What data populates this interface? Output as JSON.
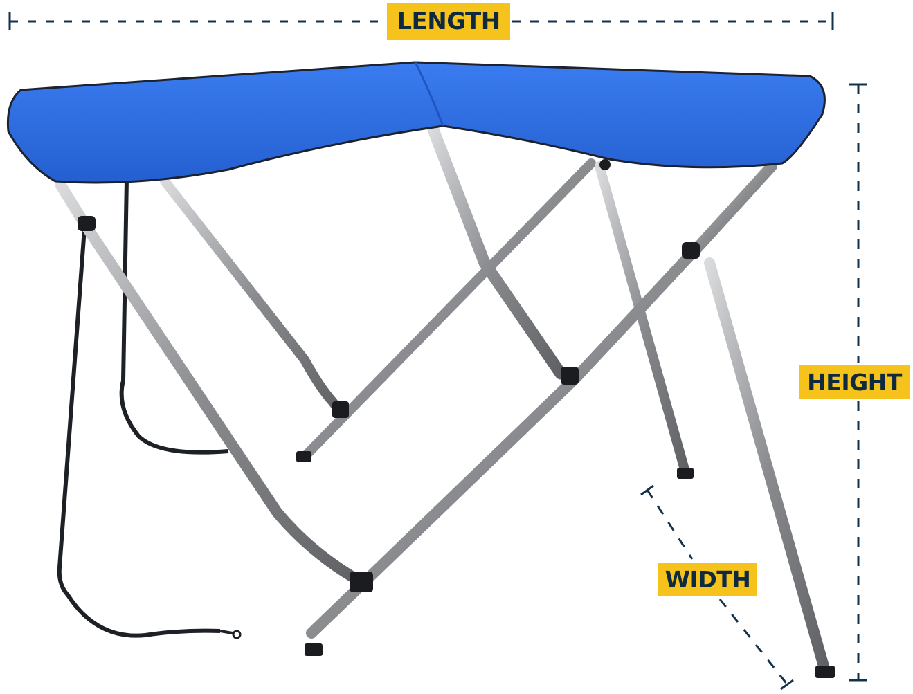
{
  "labels": {
    "length": "LENGTH",
    "height": "HEIGHT",
    "width": "WIDTH"
  },
  "colors": {
    "canopy": "#2f6fe0",
    "canopy_shadow": "#1f55c0",
    "frame": "#8d8f93",
    "strap": "#1d2024",
    "dimension_line": "#13324a",
    "label_background": "#f6c21c",
    "label_text": "#0f2a3f"
  }
}
